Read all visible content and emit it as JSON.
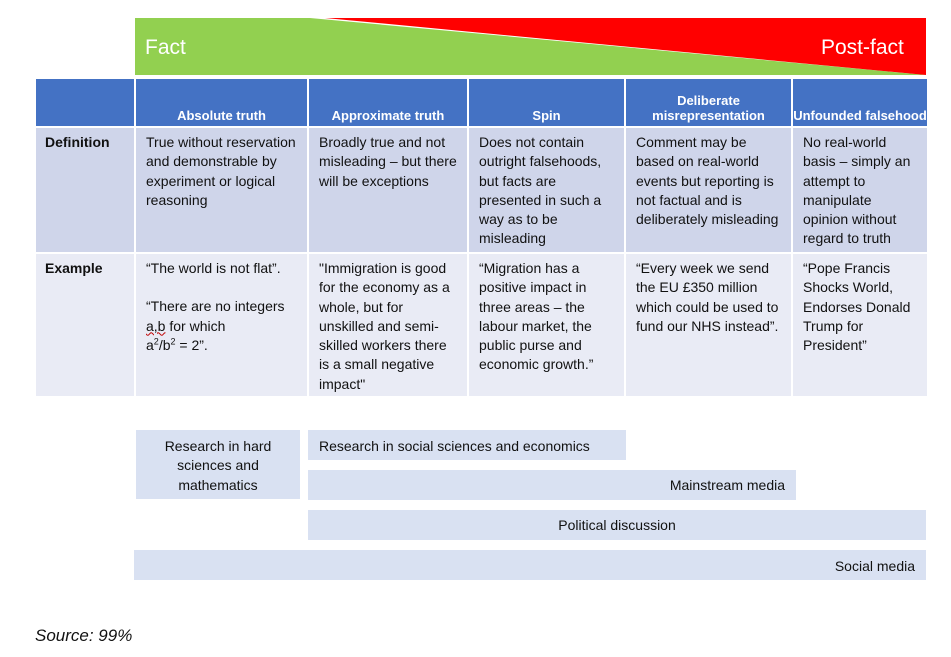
{
  "banner": {
    "left_label": "Fact",
    "right_label": "Post-fact",
    "left_color": "#92d050",
    "right_color": "#ff0000"
  },
  "table": {
    "columns": [
      "Absolute truth",
      "Approximate truth",
      "Spin",
      "Deliberate misrepresentation",
      "Unfounded falsehood"
    ],
    "rows": [
      {
        "label": "Definition",
        "cells": [
          "True without reservation and demonstrable by experiment or logical reasoning",
          "Broadly true and not misleading – but there will be exceptions",
          "Does not contain outright falsehoods, but facts are presented in such a way as to be misleading",
          "Comment may be based on real-world events but reporting is not factual and is deliberately misleading",
          "No real-world basis – simply an attempt to manipulate opinion without regard to truth"
        ]
      },
      {
        "label": "Example",
        "cells": [
          "“The world is not flat”.",
          "\"Immigration is good for the economy as a whole, but for unskilled and semi-skilled workers there is a small negative impact\"",
          "“Migration has a positive impact in three areas – the labour market, the public purse and economic growth.”",
          "“Every week we send the EU £350 million which could be used to fund our NHS instead”.",
          "“Pope Francis Shocks World, Endorses Donald Trump for President”"
        ]
      }
    ],
    "example_extra": {
      "prefix": "“There are no integers ",
      "vars": "a,b",
      "mid": " for which",
      "a": "a",
      "exp1": "2",
      "slash_b": "/b",
      "exp2": "2",
      "tail": " = 2”."
    },
    "header_color": "#4472c4",
    "definition_row_color": "#cfd5ea",
    "example_row_color": "#e9ebf5"
  },
  "bars": {
    "hard_sciences": "Research in hard sciences and mathematics",
    "social_sciences": "Research in social sciences and economics",
    "mainstream_media": "Mainstream media",
    "political": "Political discussion",
    "social_media": "Social media",
    "color": "#d9e1f2"
  },
  "source": "Source: 99%"
}
